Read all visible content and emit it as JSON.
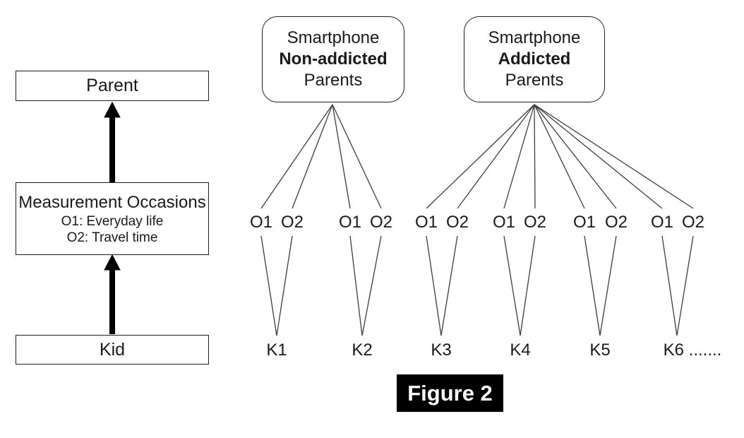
{
  "palette": {
    "background": "#ffffff",
    "text": "#1a1a1a",
    "box_border": "#1f1f1f",
    "connector_line": "#3d3d3d",
    "arrow": "#000000",
    "caption_bg": "#000000",
    "caption_text": "#ffffff"
  },
  "left_panel": {
    "parent_label": "Parent",
    "measurement": {
      "title": "Measurement Occasions",
      "line1": "O1: Everyday life",
      "line2": "O2: Travel time"
    },
    "kid_label": "Kid"
  },
  "groups": [
    {
      "line1": "Smartphone",
      "line2": "Non-addicted",
      "line3": "Parents"
    },
    {
      "line1": "Smartphone",
      "line2": "Addicted",
      "line3": "Parents"
    }
  ],
  "occasion_pairs": [
    {
      "o1": "O1",
      "o2": "O2"
    },
    {
      "o1": "O1",
      "o2": "O2"
    },
    {
      "o1": "O1",
      "o2": "O2"
    },
    {
      "o1": "O1",
      "o2": "O2"
    },
    {
      "o1": "O1",
      "o2": "O2"
    },
    {
      "o1": "O1",
      "o2": "O2"
    }
  ],
  "kids": [
    "K1",
    "K2",
    "K3",
    "K4",
    "K5",
    "K6 ......."
  ],
  "caption": "Figure 2"
}
